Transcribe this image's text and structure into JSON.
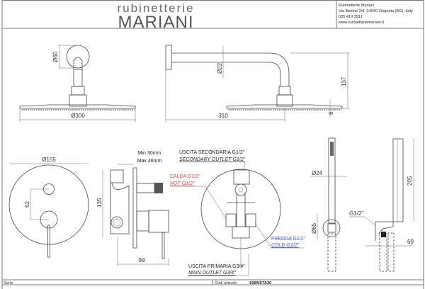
{
  "header": {
    "logo_top": "rubinetterie",
    "logo_main": "MARIANI",
    "company": "Rubinetterie Mariani",
    "address": "Via Berlino 2/4, 24040 Zingonia (BG), Italy",
    "phone": "035 419 2911",
    "website": "www.rubinetteriemariani.it"
  },
  "drawing": {
    "head_front": {
      "diam_flange": "Ø60",
      "diam_head": "Ø300"
    },
    "head_side": {
      "diam_arm": "Ø22",
      "height": "137",
      "length": "310",
      "thickness": "6"
    },
    "mixer_front": {
      "diam_plate": "Ø155",
      "spacing": "62"
    },
    "mixer_side": {
      "min_depth": "Min 30mm",
      "max_depth": "Max 46mm",
      "height": "135",
      "projection": "99"
    },
    "mixer_body": {
      "secondary_it": "USCITA SECONDARIA G1/2\"",
      "secondary_en": "SECONDARY OUTLET G1/2\"",
      "hot_it": "CALDA G1/2\"",
      "hot_en": "HOT G1/2\"",
      "cold_it": "FREDDA G1/2\"",
      "cold_en": "COLD G1/2\"",
      "main_it": "USCITA PRIMARIA G3/4\"",
      "main_en": "MAIN OUTLET G3/4\"",
      "hot_color": "#ff3b3b",
      "cold_color": "#3344ff"
    },
    "hand_shower": {
      "diam_handle": "Ø24",
      "diam_holder": "Ø65",
      "thread": "G1/2\"",
      "length": "205",
      "projection": "69"
    }
  },
  "footer": {
    "series_label": "Serie:",
    "code_label": "Cod. articolo",
    "code_value": "16BNSTA30"
  }
}
